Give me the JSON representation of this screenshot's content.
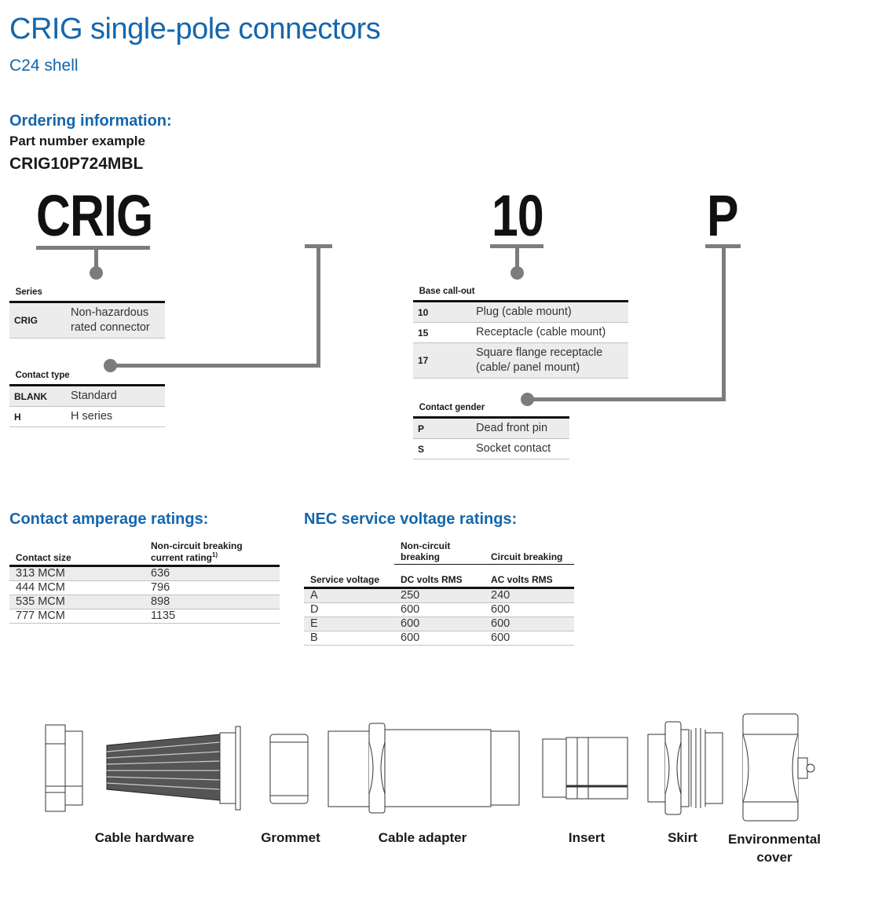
{
  "header": {
    "title": "CRIG single-pole connectors",
    "subtitle": "C24 shell"
  },
  "ordering": {
    "heading": "Ordering information:",
    "example_label": "Part number example",
    "example_value": "CRIG10P724MBL",
    "code_series": "CRIG",
    "code_base": "10",
    "code_gender": "P"
  },
  "series": {
    "caption": "Series",
    "rows": [
      {
        "code": "CRIG",
        "desc": "Non-hazardous rated connector"
      }
    ]
  },
  "contact_type": {
    "caption": "Contact type",
    "rows": [
      {
        "code": "BLANK",
        "desc": "Standard"
      },
      {
        "code": "H",
        "desc": "H series"
      }
    ]
  },
  "base_callout": {
    "caption": "Base call-out",
    "rows": [
      {
        "code": "10",
        "desc": "Plug (cable mount)"
      },
      {
        "code": "15",
        "desc": "Receptacle (cable mount)"
      },
      {
        "code": "17",
        "desc": "Square flange receptacle (cable/ panel mount)"
      }
    ]
  },
  "contact_gender": {
    "caption": "Contact gender",
    "rows": [
      {
        "code": "P",
        "desc": "Dead front pin"
      },
      {
        "code": "S",
        "desc": "Socket contact"
      }
    ]
  },
  "amperage": {
    "heading": "Contact amperage ratings:",
    "col1": "Contact size",
    "col2": "Non-circuit breaking current rating",
    "col2_sup": "1)",
    "rows": [
      {
        "size": "313 MCM",
        "rating": "636"
      },
      {
        "size": "444 MCM",
        "rating": "796"
      },
      {
        "size": "535 MCM",
        "rating": "898"
      },
      {
        "size": "777 MCM",
        "rating": "1135"
      }
    ]
  },
  "voltage": {
    "heading": "NEC service voltage ratings:",
    "group1": "Non-circuit breaking",
    "group2": "Circuit breaking",
    "col1": "Service voltage",
    "col2": "DC volts RMS",
    "col3": "AC volts RMS",
    "rows": [
      {
        "sv": "A",
        "dc": "250",
        "ac": "240"
      },
      {
        "sv": "D",
        "dc": "600",
        "ac": "600"
      },
      {
        "sv": "E",
        "dc": "600",
        "ac": "600"
      },
      {
        "sv": "B",
        "dc": "600",
        "ac": "600"
      }
    ]
  },
  "parts": {
    "cable_hardware": "Cable hardware",
    "grommet": "Grommet",
    "cable_adapter": "Cable adapter",
    "insert": "Insert",
    "skirt": "Skirt",
    "environmental_cover": "Environmental cover"
  },
  "colors": {
    "accent": "#1466ad",
    "connector": "#7a7d80"
  }
}
